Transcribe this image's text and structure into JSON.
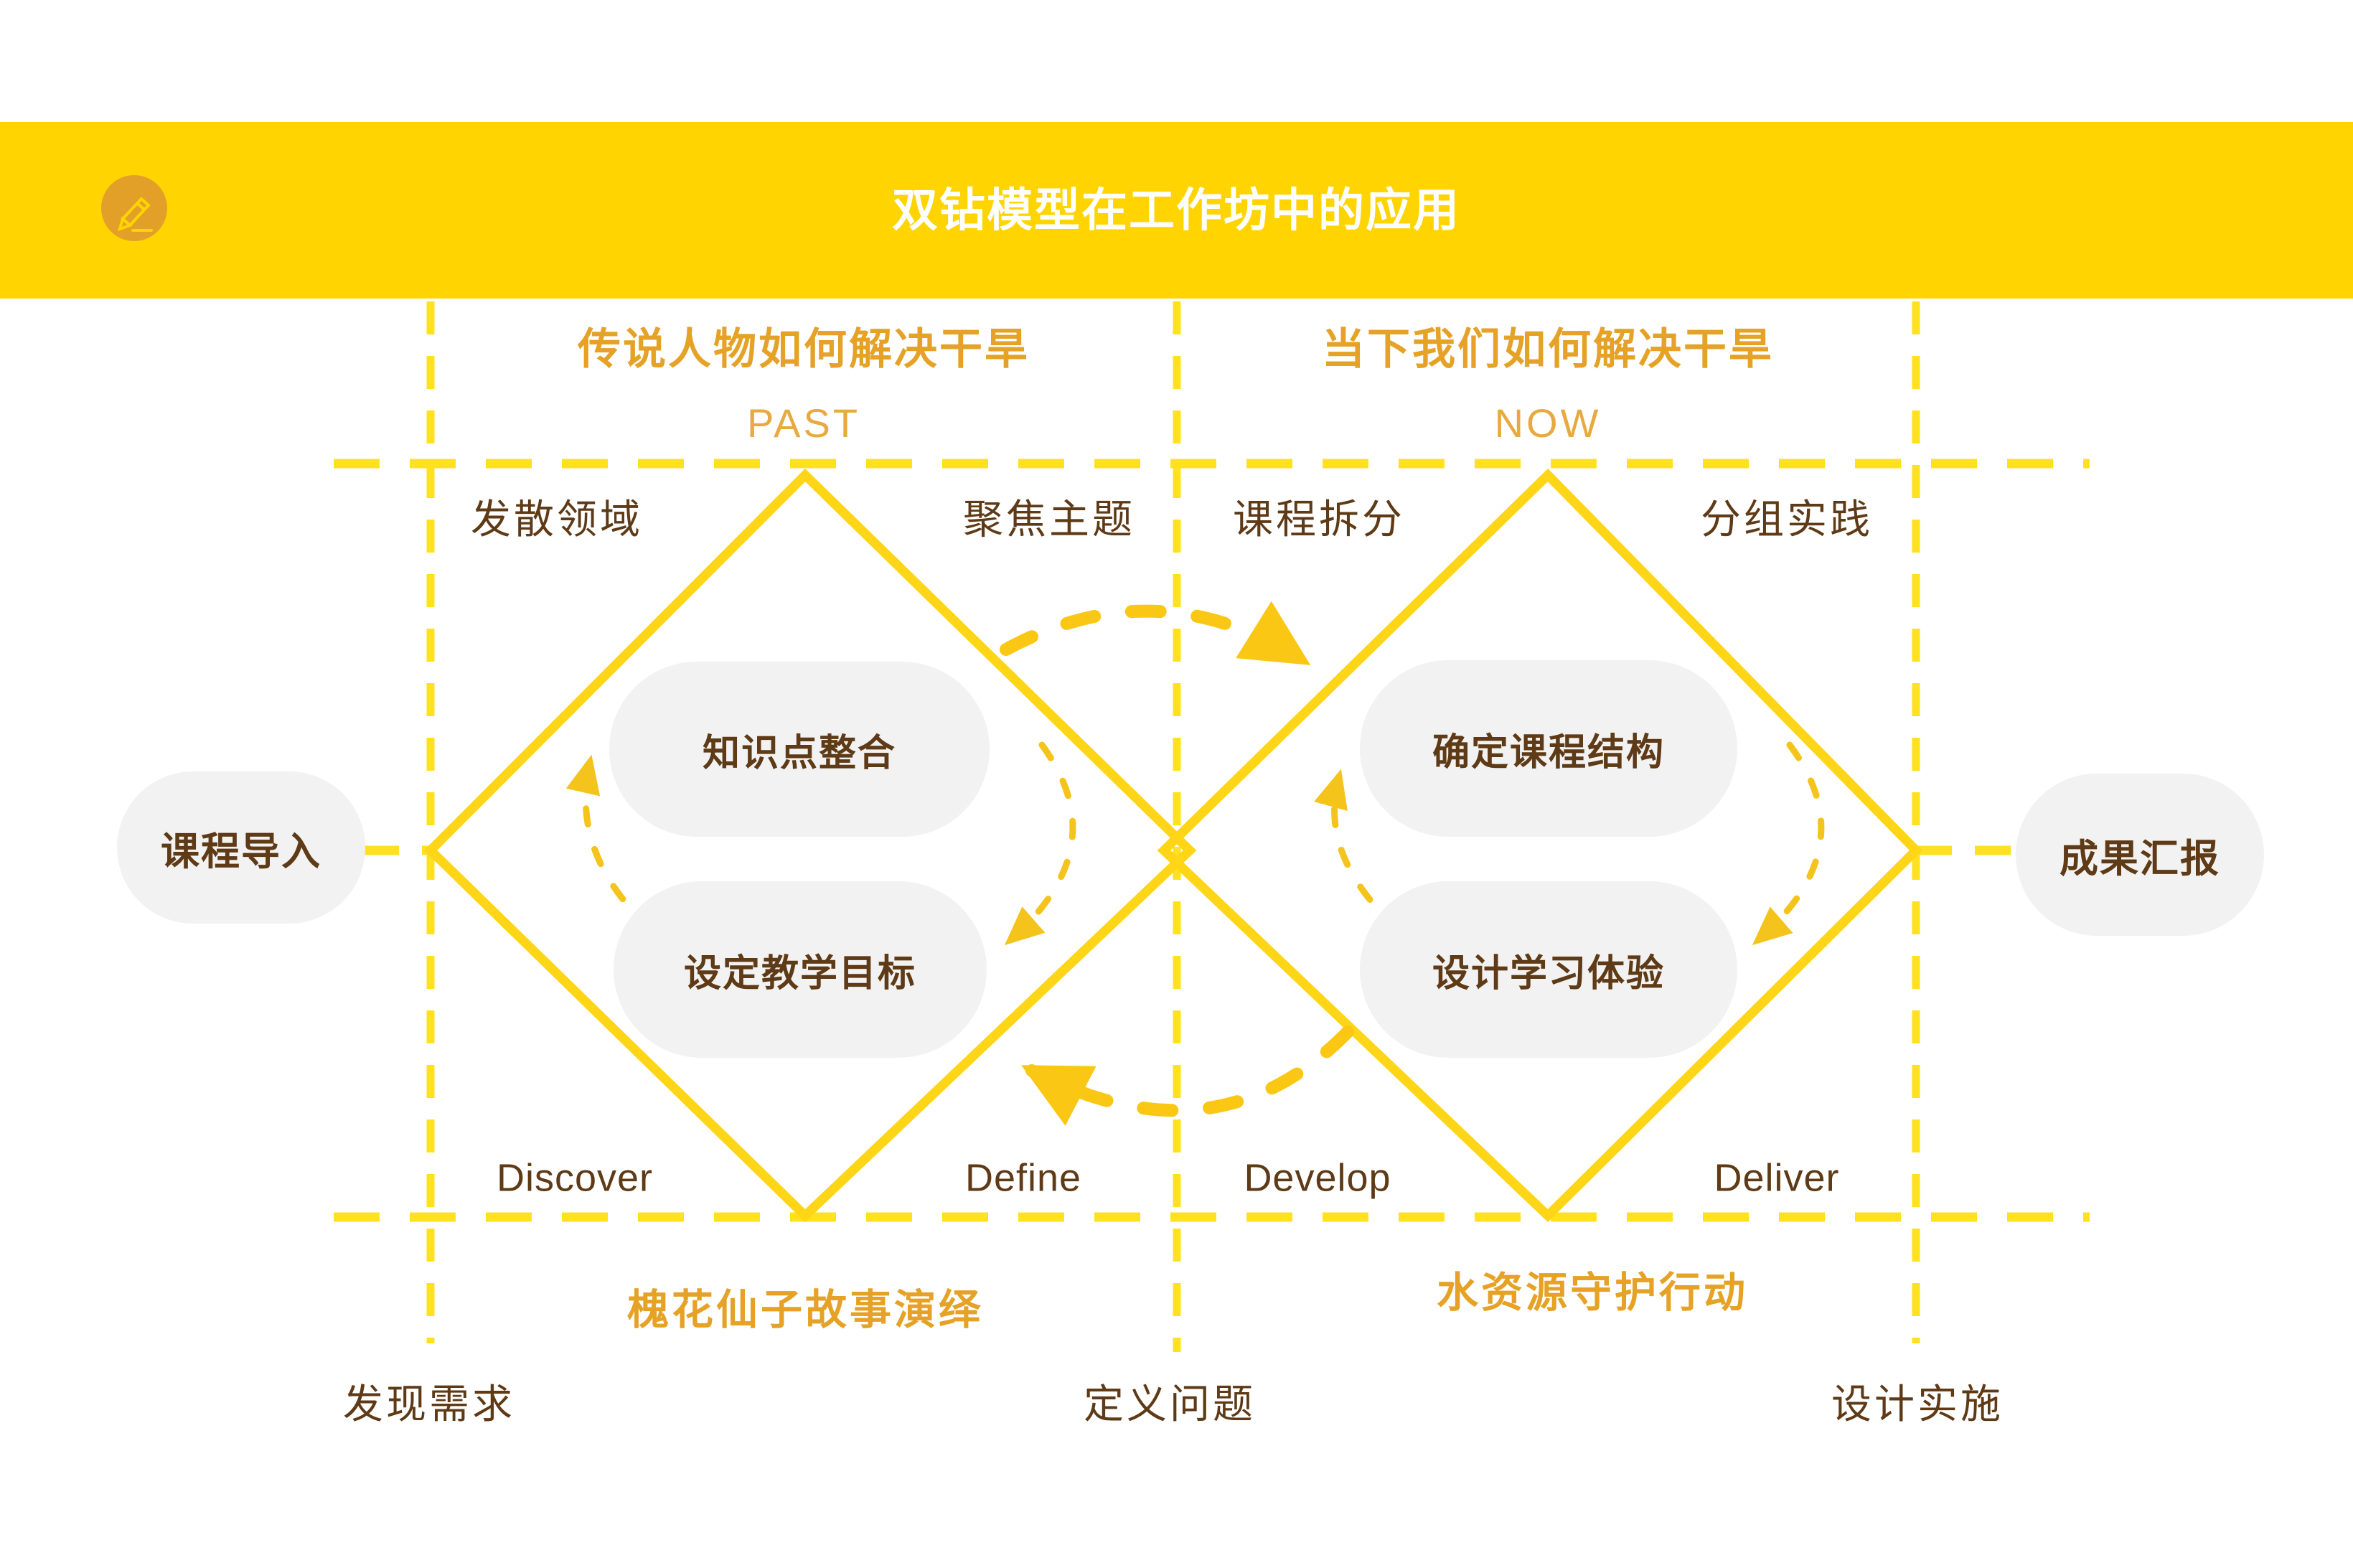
{
  "header": {
    "title": "双钻模型在工作坊中的应用",
    "icon": "pencil-icon"
  },
  "sections": {
    "past": {
      "question": "传说人物如何解决干旱",
      "tag": "PAST",
      "quadrants": [
        "发散领域",
        "聚焦主题"
      ],
      "steps": [
        "知识点整合",
        "设定教学目标"
      ],
      "stages": [
        "Discover",
        "Define"
      ],
      "activity": "槐花仙子故事演绎"
    },
    "now": {
      "question": "当下我们如何解决干旱",
      "tag": "NOW",
      "quadrants": [
        "课程拆分",
        "分组实践"
      ],
      "steps": [
        "确定课程结构",
        "设计学习体验"
      ],
      "stages": [
        "Develop",
        "Deliver"
      ],
      "activity": "水资源守护行动"
    },
    "entry": "课程导入",
    "exit": "成果汇报",
    "bottom_stages": [
      "发现需求",
      "定义问题",
      "设计实施"
    ]
  },
  "colors": {
    "header_bar": "#FFD400",
    "diamond_stroke": "#FFD517",
    "grid_dash": "#FFE120",
    "arrow": "#FBC715",
    "inner_arrow": "#F4C41C",
    "orange_text": "#E5A226",
    "brown_text": "#5E3A16",
    "pill_bg": "#F2F2F2",
    "pencil_badge": "#E2A028"
  }
}
